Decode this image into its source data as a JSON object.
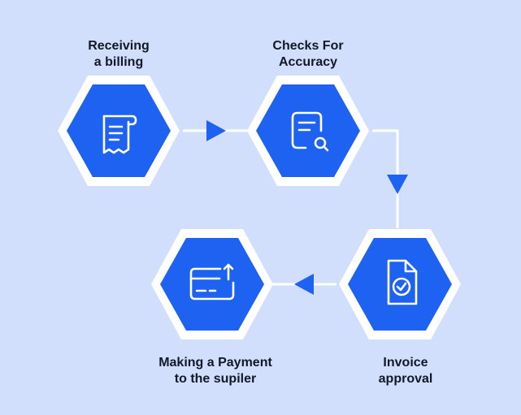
{
  "steps": [
    {
      "line1": "Receiving",
      "line2": "a billing",
      "icon": "receipt-icon"
    },
    {
      "line1": "Checks For",
      "line2": "Accuracy",
      "icon": "document-search-icon"
    },
    {
      "line1": "Invoice",
      "line2": "approval",
      "icon": "document-check-icon"
    },
    {
      "line1": "Making a Payment",
      "line2": "to the supiler",
      "icon": "card-upload-icon"
    }
  ],
  "colors": {
    "background": "#d2dffc",
    "hexagon_outer": "#ffffff",
    "hexagon_inner": "#1d62f0",
    "connector": "#ffffff",
    "arrow": "#1d62f0",
    "icon_stroke": "#ffffff",
    "text": "#111827"
  }
}
